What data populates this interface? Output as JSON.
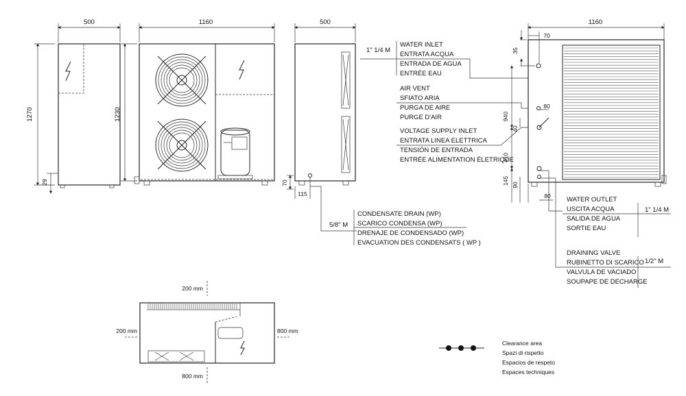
{
  "dims": {
    "front_width_left": "500",
    "front_width_main": "1160",
    "side_width": "500",
    "right_width": "1160",
    "h_1270": "1270",
    "h_1230": "1230",
    "h_29": "29",
    "h_70": "70",
    "w_115": "115",
    "r_35": "35",
    "r_70": "70",
    "r_80a": "80",
    "r_940": "940",
    "r_40": "40",
    "r_410": "410",
    "r_145": "145",
    "r_90": "90",
    "r_80b": "80"
  },
  "water_inlet": {
    "size": "1\" 1/4 M",
    "lines": [
      "WATER INLET",
      "ENTRATA ACQUA",
      "ENTRADA DE AGUA",
      "ENTRÉE EAU"
    ]
  },
  "air_vent": {
    "lines": [
      "AIR VENT",
      "SFIATO ARIA",
      "PURGA DE AIRE",
      "PURGE D'AIR"
    ]
  },
  "voltage": {
    "lines": [
      "VOLTAGE SUPPLY INLET",
      "ENTRATA LINEA ELETTRICA",
      "TENSIÓN DE ENTRADA",
      "ENTRÉE ALIMENTATION ÉLETRIQUE"
    ]
  },
  "condensate": {
    "size": "5/8\" M",
    "lines": [
      "CONDENSATE DRAIN (WP)",
      "SCARICO CONDENSA (WP)",
      "DRENAJE DE CONDENSADO (WP)",
      "EVACUATION DES CONDENSATS ( WP )"
    ]
  },
  "water_outlet": {
    "size": "1\" 1/4 M",
    "lines": [
      "WATER OUTLET",
      "USCITA ACQUA",
      "SALIDA DE AGUA",
      "SORTIE EAU"
    ]
  },
  "draining": {
    "size": "1/2\" M",
    "lines": [
      "DRAINING VALVE",
      "RUBINETTO DI SCARICO",
      "VALVULA DE VACIADO",
      "SOUPAPE DE DECHARGE"
    ]
  },
  "clearance": {
    "top": "200 mm",
    "left": "200 mm",
    "right": "800 mm",
    "bottom": "800 mm",
    "legend": [
      "Clearance area",
      "Spazi di rispetto",
      "Espacios de respeto",
      "Espaces techniques"
    ]
  },
  "colors": {
    "line": "#222222",
    "background": "#ffffff"
  }
}
